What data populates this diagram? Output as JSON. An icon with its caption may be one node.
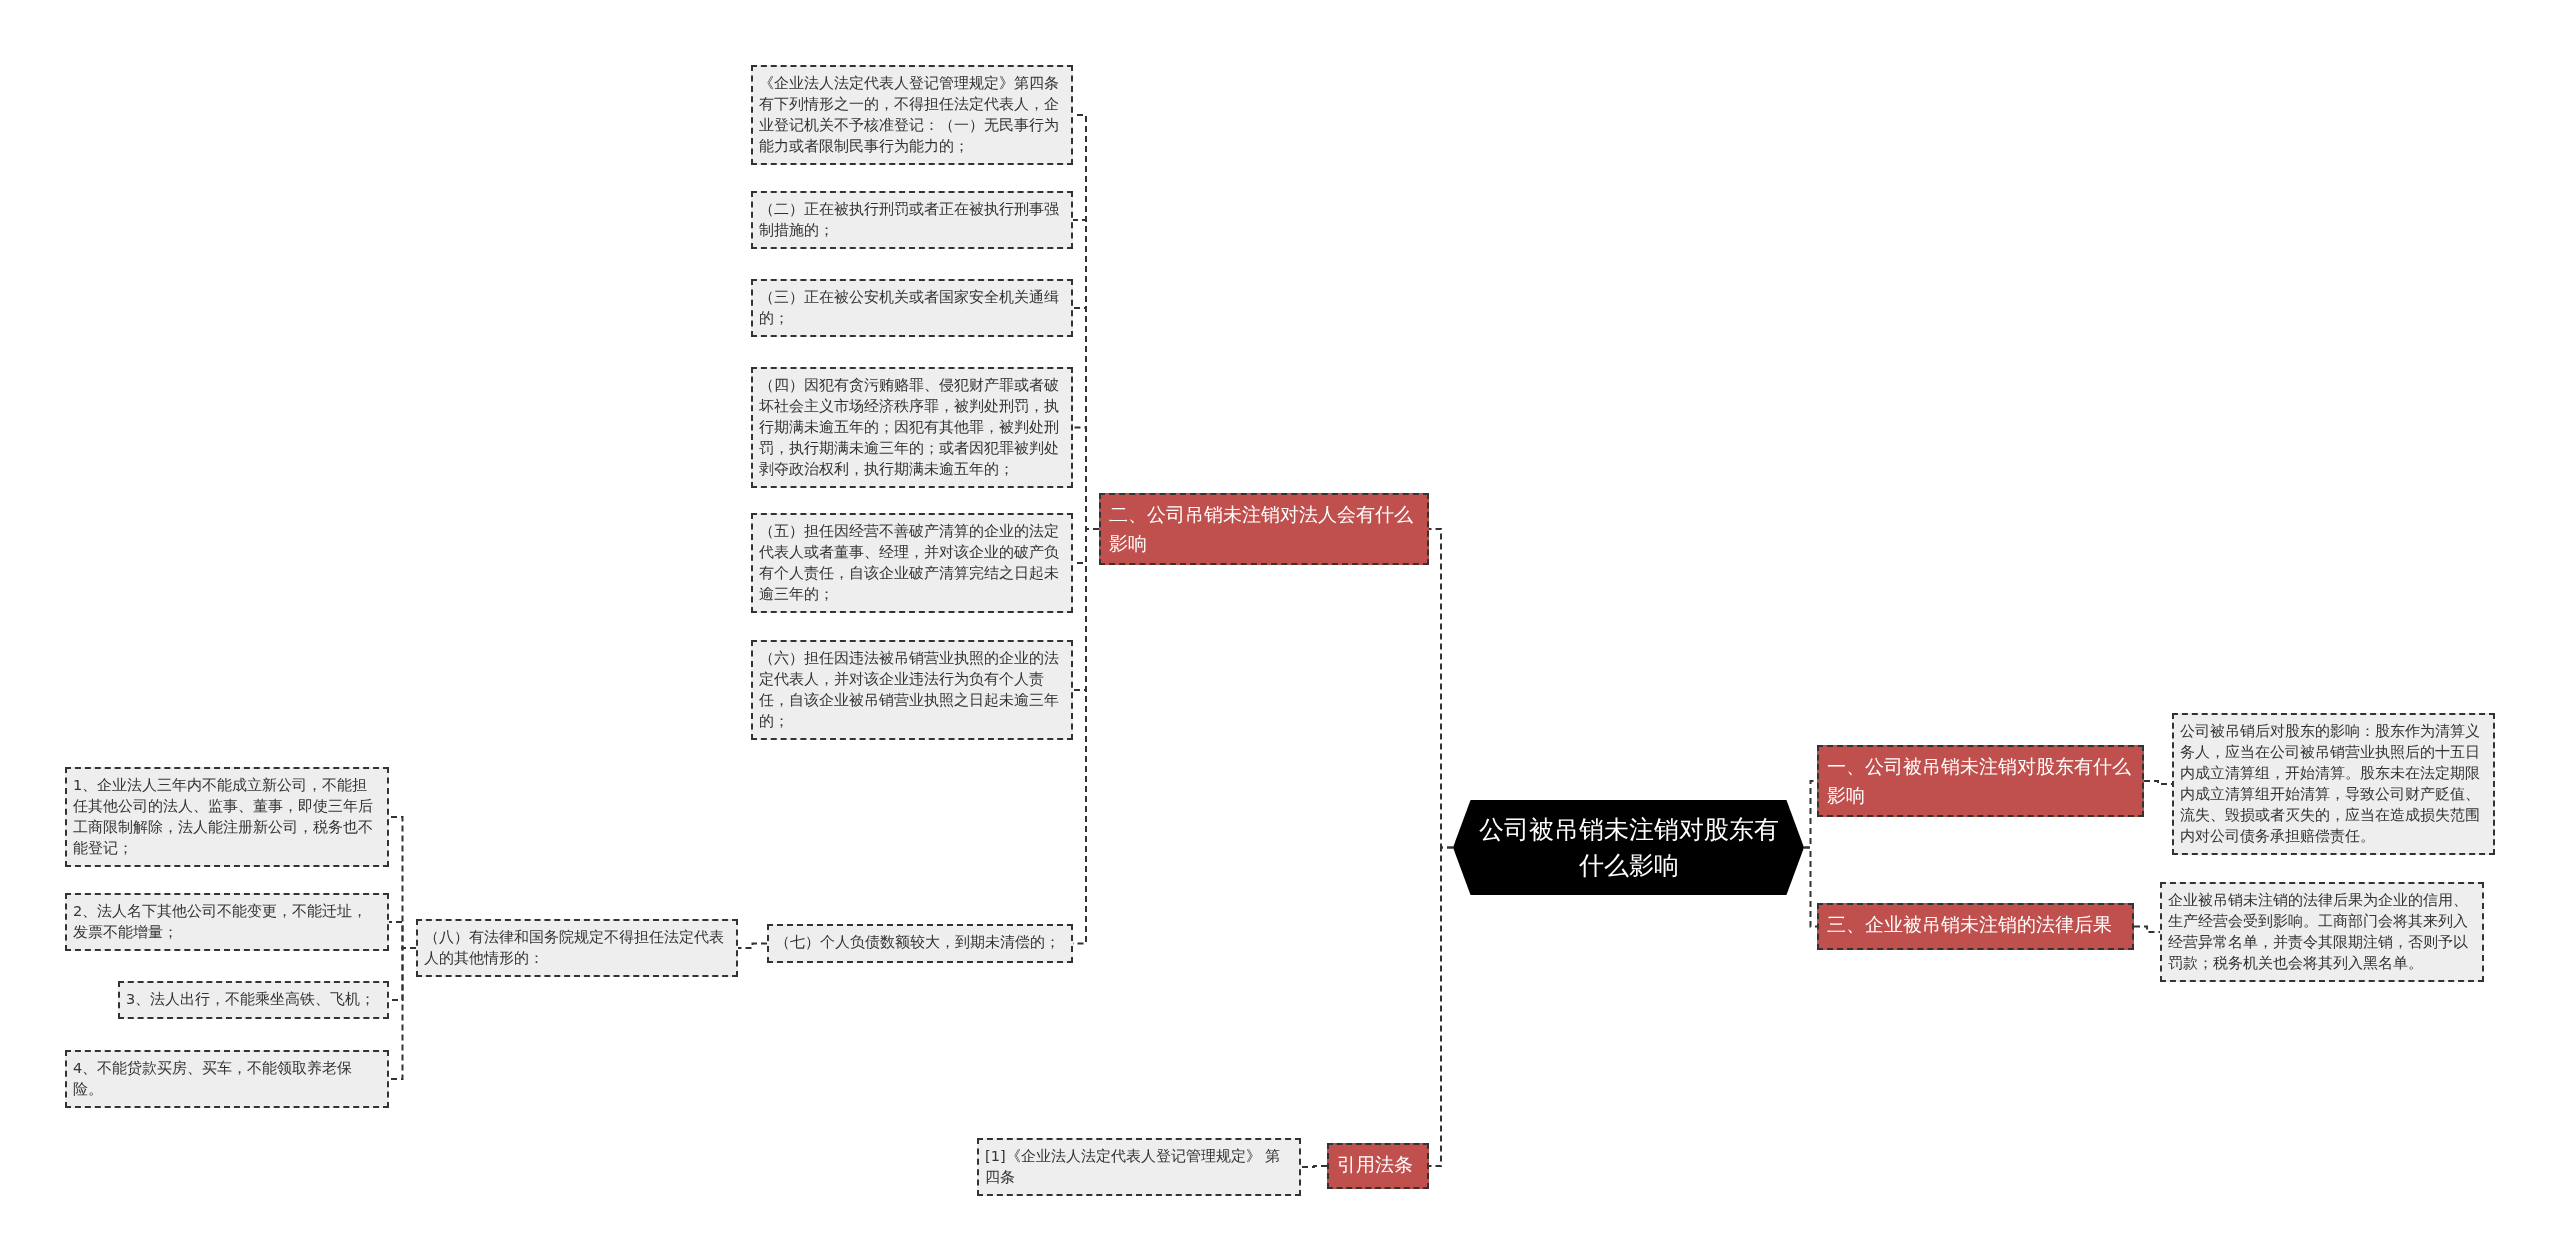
{
  "diagram": {
    "nodes": [
      {
        "text": [
          "公司被吊销未注销对股东有什么影响"
        ]
      },
      {
        "text": [
          "一、公司被吊销未注销对股东有什么影响"
        ]
      },
      {
        "text": [
          "公司被吊销后对股东的影响：股东作为清算义务人，应当在公司被吊销营业执照后的十五日内成立清算组，开始清算。股东未在法定期限内成立清算组开始清算，导致公司财产贬值、流失、毁损或者灭失的，应当在造成损失范围内对公司债务承担赔偿责任。"
        ]
      },
      {
        "text": [
          "三、企业被吊销未注销的法律后果"
        ]
      },
      {
        "text": [
          "企业被吊销未注销的法律后果为企业的信用、生产经营会受到影响。工商部门会将其来列入经营异常名单，并责令其限期注销，否则予以罚款；税务机关也会将其列入黑名单。"
        ]
      },
      {
        "text": [
          "二、公司吊销未注销对法人会有什么影响"
        ]
      },
      {
        "text": [
          "《企业法人法定代表人登记管理规定》第四条有下列情形之一的，不得担任法定代表人，企业登记机关不予核准登记：（一）无民事行为能力或者限制民事行为能力的；"
        ]
      },
      {
        "text": [
          "（二）正在被执行刑罚或者正在被执行刑事强制措施的；"
        ]
      },
      {
        "text": [
          "（三）正在被公安机关或者国家安全机关通缉的；"
        ]
      },
      {
        "text": [
          "（四）因犯有贪污贿赂罪、侵犯财产罪或者破坏社会主义市场经济秩序罪，被判处刑罚，执行期满未逾五年的；因犯有其他罪，被判处刑罚，执行期满未逾三年的；或者因犯罪被判处剥夺政治权利，执行期满未逾五年的；"
        ]
      },
      {
        "text": [
          "（五）担任因经营不善破产清算的企业的法定代表人或者董事、经理，并对该企业的破产负有个人责任，自该企业破产清算完结之日起未逾三年的；"
        ]
      },
      {
        "text": [
          "（六）担任因违法被吊销营业执照的企业的法定代表人，并对该企业违法行为负有个人责任，自该企业被吊销营业执照之日起未逾三年的；"
        ]
      },
      {
        "text": [
          "（七）个人负债数额较大，到期未清偿的；"
        ]
      },
      {
        "text": [
          "（八）有法律和国务院规定不得担任法定代表人的其他情形的："
        ]
      },
      {
        "text": [
          "1、企业法人三年内不能成立新公司，不能担任其他公司的法人、监事、董事，即使三年后工商限制解除，法人能注册新公司，税务也不能登记；"
        ]
      },
      {
        "text": [
          "2、法人名下其他公司不能变更，不能迁址，发票不能增量；"
        ]
      },
      {
        "text": [
          "3、法人出行，不能乘坐高铁、飞机；"
        ]
      },
      {
        "text": [
          "4、不能贷款买房、买车，不能领取养老保险。"
        ]
      },
      {
        "text": [
          "引用法条"
        ]
      },
      {
        "text": [
          "[1]《企业法人法定代表人登记管理规定》 第四条"
        ]
      }
    ],
    "edges": [
      {
        "from": 0,
        "to": 1,
        "arrow": "none",
        "style": "dashed"
      },
      {
        "from": 0,
        "to": 3,
        "arrow": "none",
        "style": "dashed"
      },
      {
        "from": 0,
        "to": 5,
        "arrow": "none",
        "style": "dashed"
      },
      {
        "from": 0,
        "to": 18,
        "arrow": "none",
        "style": "dashed"
      },
      {
        "from": 1,
        "to": 2,
        "arrow": "none",
        "style": "dashed"
      },
      {
        "from": 3,
        "to": 4,
        "arrow": "none",
        "style": "dashed"
      },
      {
        "from": 5,
        "to": 6,
        "arrow": "none",
        "style": "dashed"
      },
      {
        "from": 5,
        "to": 7,
        "arrow": "none",
        "style": "dashed"
      },
      {
        "from": 5,
        "to": 8,
        "arrow": "none",
        "style": "dashed"
      },
      {
        "from": 5,
        "to": 9,
        "arrow": "none",
        "style": "dashed"
      },
      {
        "from": 5,
        "to": 10,
        "arrow": "none",
        "style": "dashed"
      },
      {
        "from": 5,
        "to": 11,
        "arrow": "none",
        "style": "dashed"
      },
      {
        "from": 5,
        "to": 12,
        "arrow": "none",
        "style": "dashed"
      },
      {
        "from": 12,
        "to": 13,
        "arrow": "none",
        "style": "dashed"
      },
      {
        "from": 13,
        "to": 14,
        "arrow": "none",
        "style": "dashed"
      },
      {
        "from": 13,
        "to": 15,
        "arrow": "none",
        "style": "dashed"
      },
      {
        "from": 13,
        "to": 16,
        "arrow": "none",
        "style": "dashed"
      },
      {
        "from": 13,
        "to": 17,
        "arrow": "none",
        "style": "dashed"
      },
      {
        "from": 18,
        "to": 19,
        "arrow": "none",
        "style": "dashed"
      }
    ]
  }
}
